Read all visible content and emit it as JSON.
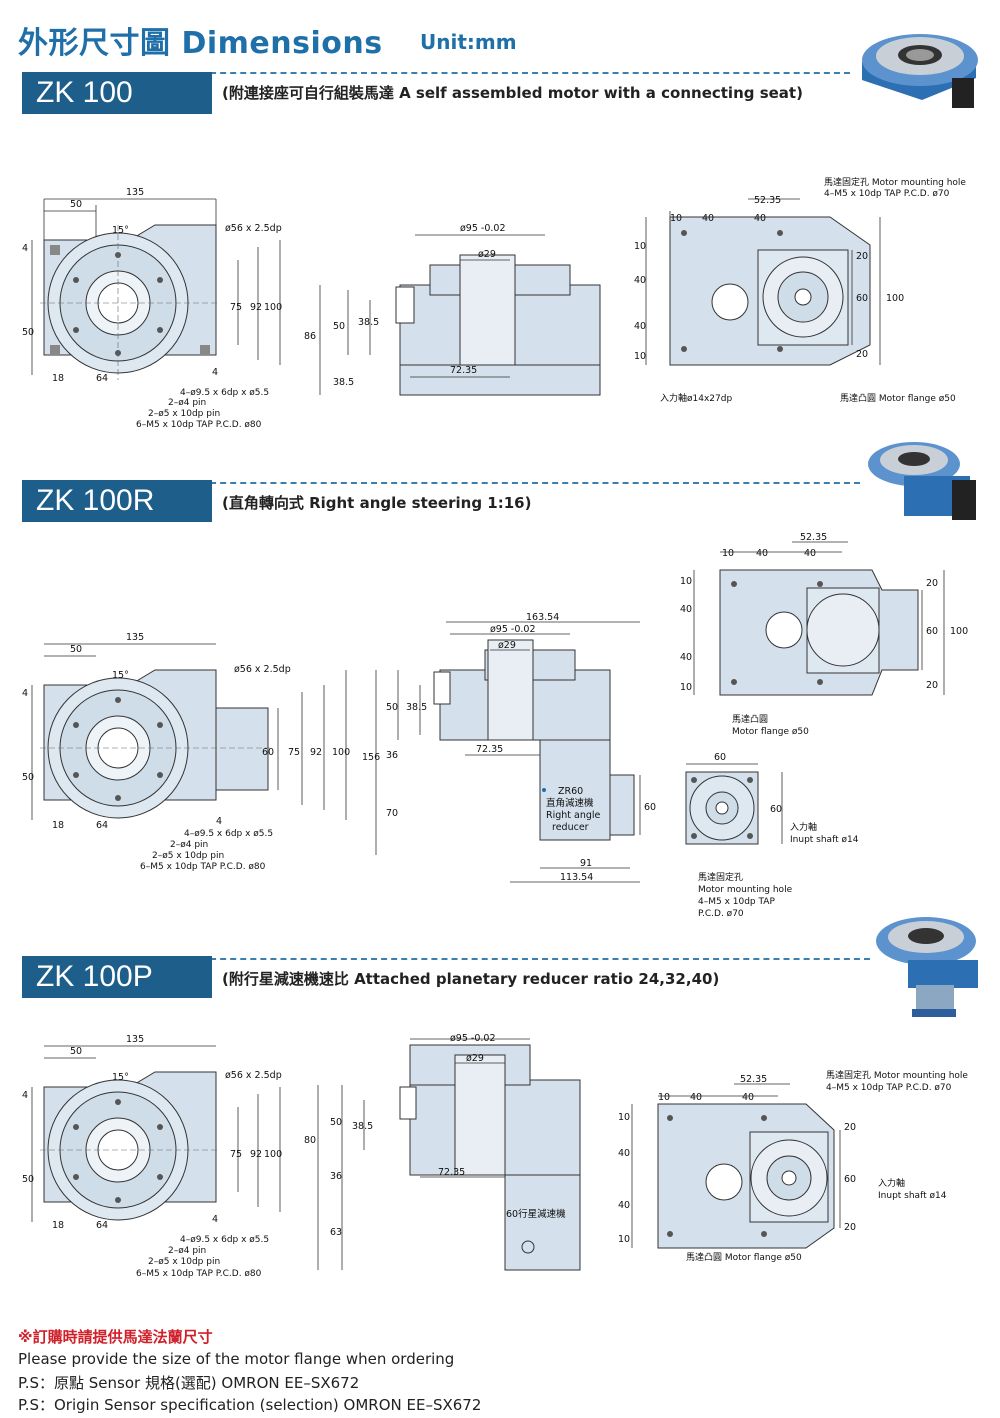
{
  "header": {
    "title": "外形尺寸圖 Dimensions",
    "unit": "Unit:mm"
  },
  "sections": [
    {
      "model": "ZK 100",
      "description": "(附連接座可自行組裝馬達  A self assembled motor with a connecting seat)",
      "front": {
        "dims": [
          "135",
          "50",
          "15°",
          "ø56 x 2.5dp",
          "4",
          "50",
          "18",
          "64",
          "4",
          "75",
          "92",
          "100"
        ],
        "notes": [
          "4–ø9.5 x 6dp x ø5.5",
          "2–ø4 pin",
          "2–ø5 x 10dp pin",
          "6–M5 x 10dp TAP P.C.D. ø80"
        ]
      },
      "side": {
        "dims": [
          "ø95 -0.02",
          "ø29",
          "86",
          "50",
          "38.5",
          "38.5",
          "72.35"
        ]
      },
      "motor": {
        "dims": [
          "52.35",
          "10",
          "40",
          "40",
          "10",
          "40",
          "40",
          "10",
          "20",
          "60",
          "100",
          "20"
        ],
        "notes": [
          "馬達固定孔 Motor mounting hole",
          "4–M5 x 10dp TAP P.C.D. ø70",
          "入力軸ø14x27dp",
          "馬達凸圓 Motor flange ø50"
        ]
      }
    },
    {
      "model": "ZK 100R",
      "description": "(直角轉向式 Right angle steering 1:16)",
      "front": {
        "dims": [
          "135",
          "50",
          "15°",
          "ø56 x 2.5dp",
          "4",
          "50",
          "18",
          "64",
          "4",
          "60",
          "75",
          "92",
          "100"
        ],
        "notes": [
          "4–ø9.5 x 6dp x ø5.5",
          "2–ø4 pin",
          "2–ø5 x 10dp pin",
          "6–M5 x 10dp TAP P.C.D. ø80"
        ]
      },
      "side": {
        "dims": [
          "163.54",
          "ø95 -0.02",
          "ø29",
          "156",
          "50",
          "38.5",
          "36",
          "70",
          "72.35",
          "60",
          "91",
          "113.54"
        ],
        "label": [
          "ZR60",
          "直角減速機",
          "Right angle",
          "reducer"
        ]
      },
      "motor": {
        "dims": [
          "52.35",
          "10",
          "40",
          "40",
          "10",
          "40",
          "40",
          "10",
          "20",
          "60",
          "100",
          "20"
        ],
        "notes": [
          "馬達凸圓",
          "Motor flange ø50"
        ]
      },
      "input": {
        "dims": [
          "60",
          "60"
        ],
        "notes": [
          "入力軸",
          "Inupt shaft ø14",
          "馬達固定孔",
          "Motor mounting hole",
          "4–M5 x 10dp TAP",
          "P.C.D. ø70"
        ]
      }
    },
    {
      "model": "ZK 100P",
      "description": "(附行星減速機速比 Attached planetary reducer ratio 24,32,40)",
      "front": {
        "dims": [
          "135",
          "50",
          "15°",
          "ø56 x 2.5dp",
          "4",
          "50",
          "18",
          "64",
          "4",
          "75",
          "92",
          "100"
        ],
        "notes": [
          "4–ø9.5 x 6dp x ø5.5",
          "2–ø4 pin",
          "2–ø5 x 10dp pin",
          "6–M5 x 10dp TAP P.C.D. ø80"
        ]
      },
      "side": {
        "dims": [
          "ø95 -0.02",
          "ø29",
          "80",
          "50",
          "38.5",
          "36",
          "63",
          "72.35"
        ],
        "label": "60行星減速機"
      },
      "motor": {
        "dims": [
          "52.35",
          "10",
          "40",
          "40",
          "10",
          "40",
          "40",
          "10",
          "20",
          "60",
          "20"
        ],
        "notes": [
          "馬達固定孔 Motor mounting hole",
          "4–M5 x 10dp TAP P.C.D. ø70",
          "入力軸",
          "Inupt shaft ø14",
          "馬達凸圓 Motor flange ø50"
        ]
      }
    }
  ],
  "footer": {
    "order_note_cn": "※訂購時請提供馬達法蘭尺寸",
    "order_note_en": "Please provide the size of the motor flange when ordering",
    "ps1": "P.S：原點 Sensor 規格(選配) OMRON EE–SX672",
    "ps2": "P.S：Origin Sensor specification (selection) OMRON EE–SX672"
  },
  "colors": {
    "accent": "#1f6fa8",
    "model_bg": "#1d5f8a",
    "part_fill": "#d4e1ec",
    "note_red": "#d0202a"
  }
}
